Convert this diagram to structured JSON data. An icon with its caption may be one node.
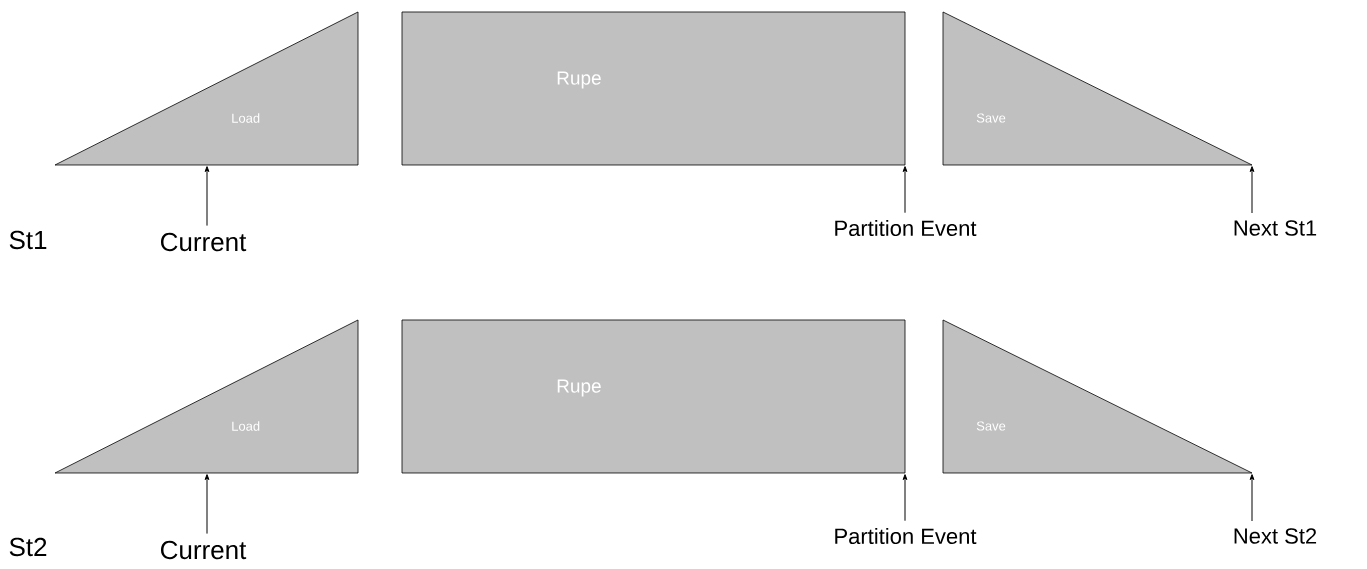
{
  "diagram": {
    "nodes": [
      {
        "text": [
          "Load"
        ]
      },
      {
        "text": [
          "Rupe"
        ]
      },
      {
        "text": [
          "Save"
        ]
      },
      {
        "text": [
          "Current"
        ]
      },
      {
        "text": [
          "Partition Event"
        ]
      },
      {
        "text": [
          "Next St1"
        ]
      },
      {
        "text": [
          "Load"
        ]
      },
      {
        "text": [
          "Rupe"
        ]
      },
      {
        "text": [
          "Save"
        ]
      },
      {
        "text": [
          "Current"
        ]
      },
      {
        "text": [
          "Partition Event"
        ]
      },
      {
        "text": [
          "Next St2"
        ]
      }
    ],
    "edges": [
      {
        "from": 3,
        "to": 0,
        "arrow": "to"
      },
      {
        "from": 4,
        "to": 1,
        "arrow": "to"
      },
      {
        "from": 5,
        "to": 2,
        "arrow": "to"
      },
      {
        "from": 9,
        "to": 6,
        "arrow": "to"
      },
      {
        "from": 10,
        "to": 7,
        "arrow": "to"
      },
      {
        "from": 11,
        "to": 8,
        "arrow": "to"
      }
    ],
    "labels": [
      "St1",
      "St2"
    ]
  }
}
